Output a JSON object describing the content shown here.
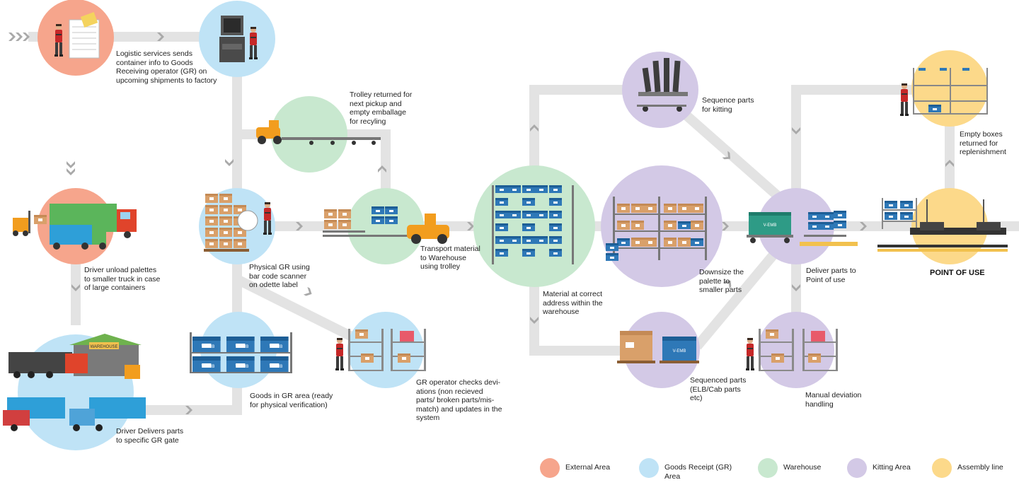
{
  "colors": {
    "external": "#F6A58C",
    "goods_receipt": "#BFE3F6",
    "warehouse": "#C8E8CF",
    "kitting": "#D3C9E6",
    "assembly": "#FCD98A",
    "connector": "#E3E3E3",
    "chevron": "#A9A9A9"
  },
  "steps": {
    "logistics": "Logistic services sends\ncontainer info to Goods\nReceiving operator (GR) on\nupcoming shipments to factory",
    "trolley_returned": "Trolley returned for\nnext pickup and\nempty emballage\nfor recyling",
    "driver_unload": "Driver unload palettes\nto smaller truck in case\nof large containers",
    "physical_gr": "Physical GR using\nbar code scanner\non odette label",
    "transport": "Transport material\nto Warehouse\nusing trolley",
    "material_address": "Material at correct\naddress within the\nwarehouse",
    "sequence_parts": "Sequence parts\nfor kitting",
    "downsize": "Downsize the\npalette to\nsmaller parts",
    "deliver_parts": "Deliver parts to\nPoint of use",
    "empty_boxes": "Empty boxes\nreturned for\nreplenishment",
    "point_of_use": "POINT OF USE",
    "goods_in_gr": "Goods in GR area (ready\nfor physical verification)",
    "gr_operator": "GR operator checks devi-\nations (non recieved\nparts/ broken parts/mis-\nmatch) and updates in the\nsystem",
    "sequenced_parts": "Sequenced parts\n(ELB/Cab parts\netc)",
    "manual_deviation": "Manual deviation\nhandling",
    "driver_delivers": "Driver Delivers parts\nto specific GR gate"
  },
  "box_labels": {
    "warehouse_sign": "WAREHOUSE",
    "vemb": "V-EMB"
  },
  "legend": [
    {
      "label": "External Area",
      "color": "#F6A58C"
    },
    {
      "label": "Goods Receipt (GR)\nArea",
      "color": "#BFE3F6"
    },
    {
      "label": "Warehouse",
      "color": "#C8E8CF"
    },
    {
      "label": "Kitting Area",
      "color": "#D3C9E6"
    },
    {
      "label": "Assembly line",
      "color": "#FCD98A"
    }
  ]
}
